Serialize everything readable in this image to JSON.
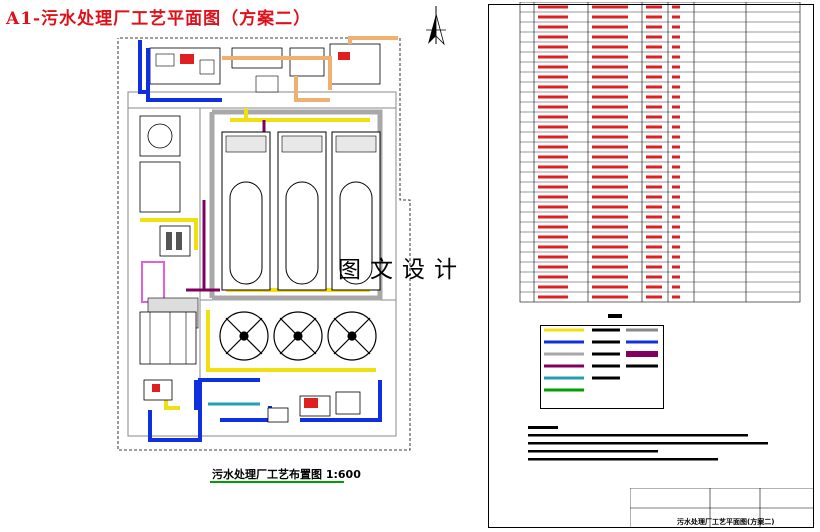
{
  "sheet": {
    "title": "A1-污水处理厂工艺平面图（方案二）",
    "caption": "污水处理厂工艺布置图 1:600",
    "watermark": "图文设计",
    "title_block_name": "污水处理厂工艺平面图(方案二)"
  },
  "colors": {
    "title_red": "#e0101a",
    "pipe_blue": "#1030e0",
    "pipe_yellow": "#f0e010",
    "pipe_grey": "#a8a8a8",
    "pipe_orange": "#f0b070",
    "pipe_purple": "#800060",
    "pipe_teal": "#20a0b0",
    "caption_green": "#00a000"
  },
  "icons": [
    "north-arrow-icon",
    "clarifier-icon",
    "oxidation-ditch-icon"
  ],
  "equipment_table": {
    "rows": 30
  }
}
